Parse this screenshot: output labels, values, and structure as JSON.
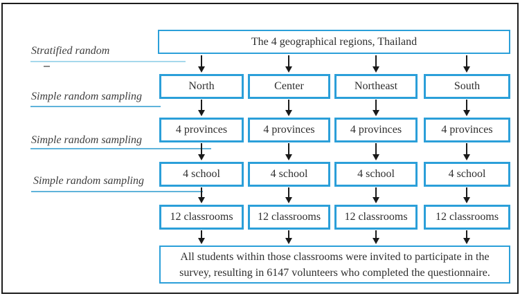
{
  "figure": {
    "top_box": "The 4 geographical regions, Thailand",
    "side_labels": [
      "Stratified random",
      "Simple random sampling",
      "Simple random sampling",
      "Simple random sampling"
    ],
    "columns": [
      {
        "region": "North",
        "provinces": "4 provinces",
        "schools": "4 school",
        "classrooms": "12 classrooms"
      },
      {
        "region": "Center",
        "provinces": "4 provinces",
        "schools": "4 school",
        "classrooms": "12 classrooms"
      },
      {
        "region": "Northeast",
        "provinces": "4 provinces",
        "schools": "4 school",
        "classrooms": "12 classrooms"
      },
      {
        "region": "South",
        "provinces": "4 provinces",
        "schools": "4 school",
        "classrooms": "12 classrooms"
      }
    ],
    "bottom_box": {
      "line1": "All students within those classrooms were invited to participate in the",
      "line2": "survey, resulting in 6147 volunteers who completed the questionnaire."
    },
    "colors": {
      "box_border_blue": "#2b9fd9",
      "underline_pale_blue": "#a5d8ec",
      "underline_blue": "#5fb3da",
      "arrow_black": "#1a1a1a",
      "frame_black": "#1c1c1c"
    }
  }
}
